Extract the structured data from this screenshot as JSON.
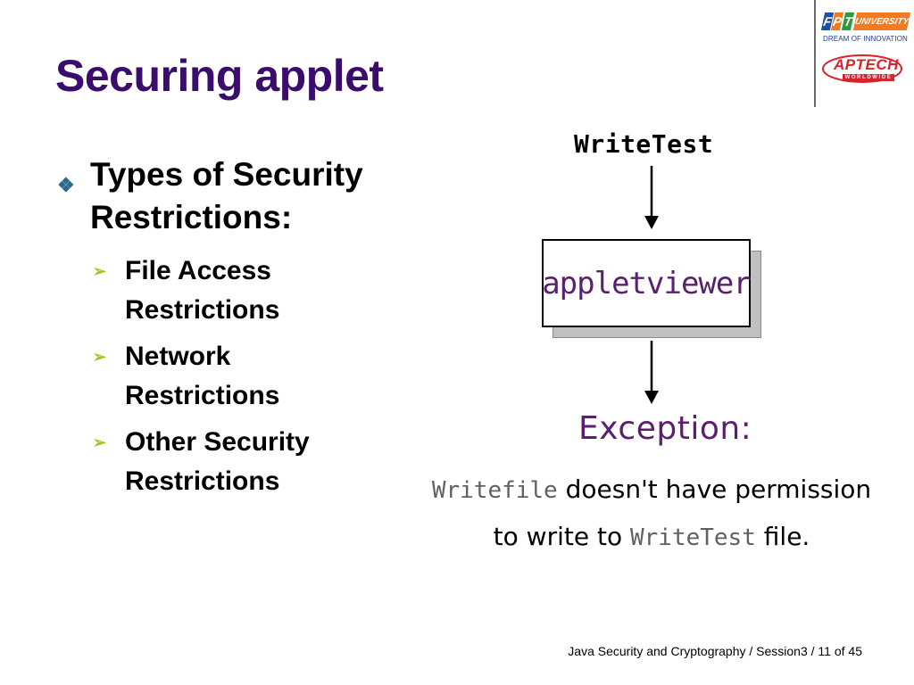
{
  "title": "Securing applet",
  "logos": {
    "fpt_letters": [
      "F",
      "P",
      "T"
    ],
    "fpt_letter_colors": [
      "#1e4fa3",
      "#f47a20",
      "#2e9a3e"
    ],
    "fpt_university": "UNIVERSITY",
    "fpt_tagline": "DREAM OF INNOVATION",
    "aptech_name": "APTECH",
    "aptech_sub": "WORLDWIDE"
  },
  "main_bullet": "Types of Security Restrictions:",
  "sub_bullets": [
    "File Access Restrictions",
    "Network Restrictions",
    "Other Security Restrictions"
  ],
  "diagram": {
    "top_label": "WriteTest",
    "box_label": "appletviewer",
    "exception_label": "Exception:",
    "message_line1_code": "Writefile",
    "message_line1_text": " doesn't have permission",
    "message_line2_text": "to write to ",
    "message_line2_code": "WriteTest",
    "message_line2_end": " file."
  },
  "footer": "Java Security and Cryptography / Session3 / 11 of 45",
  "colors": {
    "title": "#3a0c6b",
    "diagram_accent": "#5a1f6d",
    "diamond_bullet": "#2b6b8f",
    "arrow_bullet": "#a6c41d",
    "aptech_red": "#d8232a"
  }
}
